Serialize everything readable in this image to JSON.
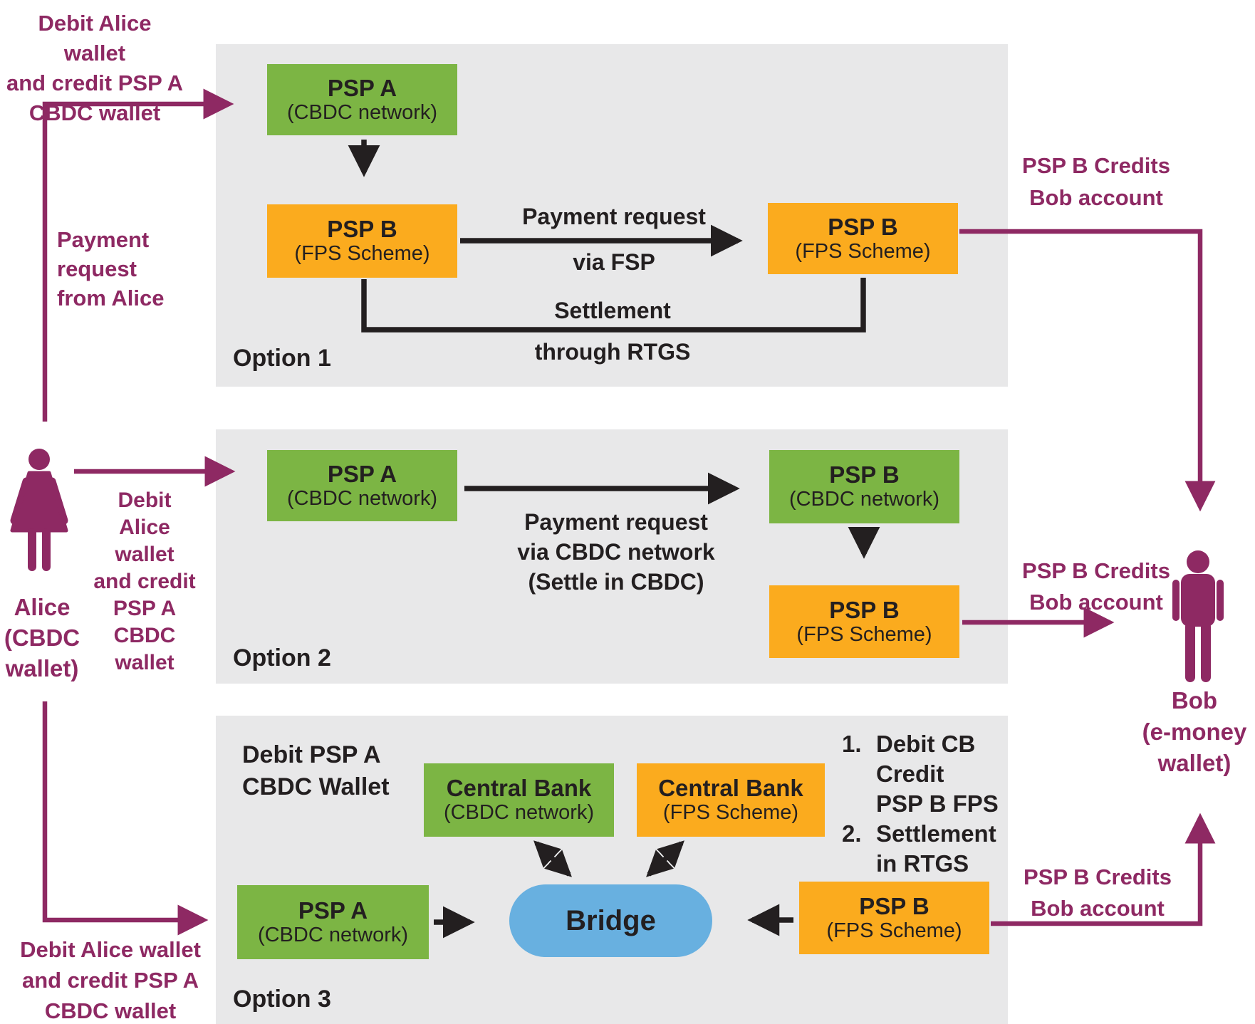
{
  "colors": {
    "green": "#7cb544",
    "orange": "#fbab1e",
    "blue": "#68b0e0",
    "purple": "#8e2963",
    "panel_gray": "#e8e8e9",
    "ink": "#231f20"
  },
  "annotations": {
    "top_left": [
      "Debit Alice wallet",
      "and credit PSP A",
      "CBDC wallet"
    ],
    "payment_from_alice": [
      "Payment",
      "request",
      "from Alice"
    ],
    "credits_bob": [
      "PSP B Credits",
      "Bob account"
    ],
    "alice_side": [
      "Debit",
      "Alice",
      "wallet",
      "and credit",
      "PSP A",
      "CBDC",
      "wallet"
    ],
    "bottom_left": [
      "Debit Alice wallet",
      "and credit PSP A",
      "CBDC wallet"
    ]
  },
  "actors": {
    "alice": {
      "label": [
        "Alice",
        "(CBDC",
        "wallet)"
      ]
    },
    "bob": {
      "label": [
        "Bob",
        "(e-money",
        "wallet)"
      ]
    }
  },
  "option1": {
    "title": "Option 1",
    "psp_a": {
      "name": "PSP A",
      "network": "(CBDC network)"
    },
    "psp_b_left": {
      "name": "PSP B",
      "network": "(FPS Scheme)"
    },
    "psp_b_right": {
      "name": "PSP B",
      "network": "(FPS Scheme)"
    },
    "request_label": [
      "Payment request",
      "via FSP"
    ],
    "settlement_label": [
      "Settlement",
      "through RTGS"
    ]
  },
  "option2": {
    "title": "Option 2",
    "psp_a": {
      "name": "PSP A",
      "network": "(CBDC network)"
    },
    "psp_b_cbdc": {
      "name": "PSP B",
      "network": "(CBDC network)"
    },
    "psp_b_fps": {
      "name": "PSP B",
      "network": "(FPS Scheme)"
    },
    "request_label": [
      "Payment request",
      "via CBDC network",
      "(Settle in CBDC)"
    ]
  },
  "option3": {
    "title": "Option 3",
    "debit_label": [
      "Debit PSP A",
      "CBDC Wallet"
    ],
    "cb_cbdc": {
      "name": "Central Bank",
      "network": "(CBDC network)"
    },
    "cb_fps": {
      "name": "Central Bank",
      "network": "(FPS Scheme)"
    },
    "psp_a": {
      "name": "PSP A",
      "network": "(CBDC network)"
    },
    "psp_b": {
      "name": "PSP B",
      "network": "(FPS Scheme)"
    },
    "bridge": "Bridge",
    "steps": [
      {
        "num": "1.",
        "lines": [
          "Debit CB",
          "Credit",
          "PSP B FPS"
        ]
      },
      {
        "num": "2.",
        "lines": [
          "Settlement",
          "in RTGS"
        ]
      }
    ]
  }
}
